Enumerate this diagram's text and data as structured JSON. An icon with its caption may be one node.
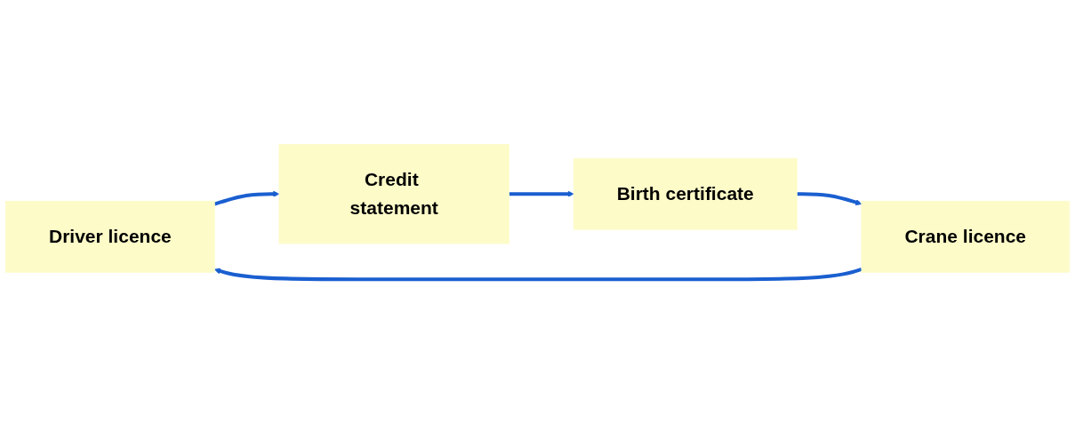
{
  "diagram": {
    "nodes": [
      {
        "text": [
          "Driver licence"
        ]
      },
      {
        "text": [
          "Credit statement"
        ]
      },
      {
        "text": [
          "Birth certificate"
        ]
      },
      {
        "text": [
          "Crane licence"
        ]
      }
    ],
    "edges": [
      {
        "from": 0,
        "to": 1,
        "arrow": "to"
      },
      {
        "from": 1,
        "to": 2,
        "arrow": "to"
      },
      {
        "from": 2,
        "to": 3,
        "arrow": "to"
      },
      {
        "from": 3,
        "to": 0,
        "arrow": "to"
      }
    ]
  }
}
